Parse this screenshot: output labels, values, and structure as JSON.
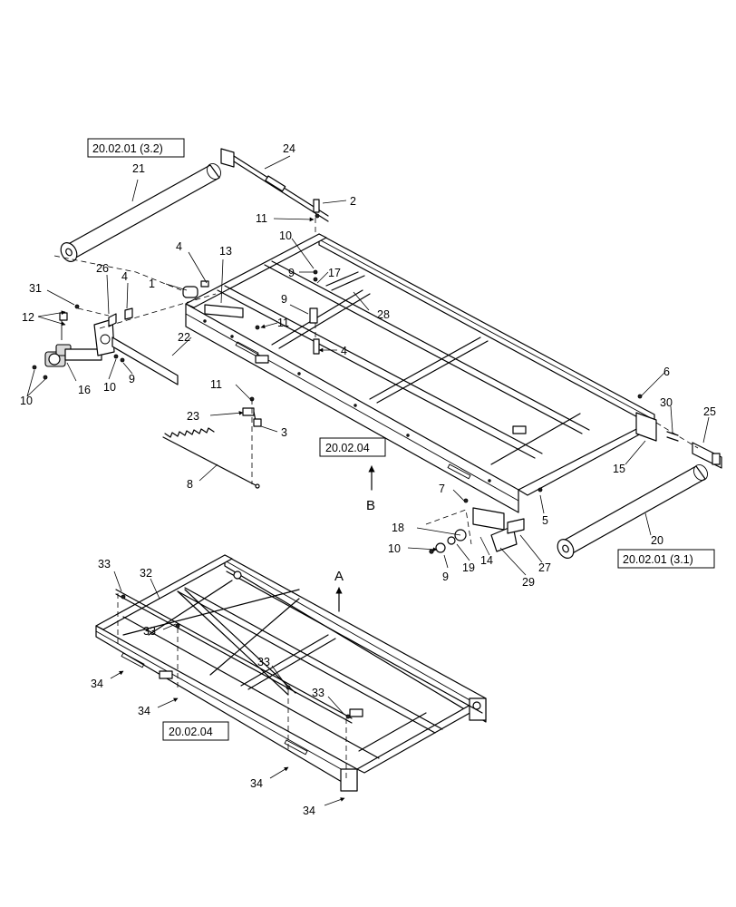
{
  "references": {
    "r1": "20.02.01 (3.2)",
    "r2": "20.02.04",
    "r3": "20.02.01 (3.1)",
    "r4": "20.02.04"
  },
  "views": {
    "a": "A",
    "b": "B"
  },
  "callouts": [
    "1",
    "2",
    "3",
    "4",
    "4",
    "4",
    "5",
    "6",
    "7",
    "8",
    "9",
    "9",
    "9",
    "9",
    "10",
    "10",
    "10",
    "10",
    "11",
    "11",
    "11",
    "12",
    "13",
    "14",
    "15",
    "16",
    "17",
    "18",
    "19",
    "20",
    "21",
    "22",
    "23",
    "24",
    "25",
    "26",
    "27",
    "28",
    "29",
    "30",
    "31",
    "32",
    "33",
    "33",
    "33",
    "33",
    "34",
    "34",
    "34",
    "34"
  ]
}
